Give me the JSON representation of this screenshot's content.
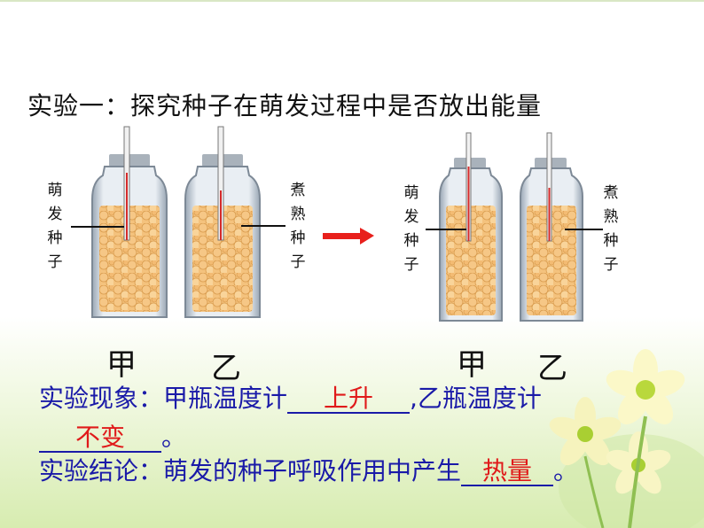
{
  "title": "实验一：探究种子在萌发过程中是否放出能量",
  "labels": {
    "left_bottle_a": [
      "萌",
      "发",
      "种",
      "子"
    ],
    "left_bottle_b": [
      "煮",
      "熟",
      "种",
      "子"
    ],
    "right_bottle_a": [
      "萌",
      "发",
      "种",
      "子"
    ],
    "right_bottle_b": [
      "煮",
      "熟",
      "种",
      "子"
    ],
    "jia": "甲",
    "yi": "乙"
  },
  "observation": {
    "prefix": "实验现象：甲瓶温度计",
    "answer1": "上升",
    "middle": ",乙瓶温度计",
    "answer2": "不变",
    "end": "。"
  },
  "conclusion": {
    "prefix": "实验结论：萌发的种子呼吸作用中产生",
    "answer": "热量",
    "end": "。"
  },
  "colors": {
    "text": "#111111",
    "blue": "#1a1aa8",
    "red": "#e01a1a",
    "seed": "#f2b86a",
    "bottle": "#b7c3d0",
    "arrow": "#e8201c"
  }
}
